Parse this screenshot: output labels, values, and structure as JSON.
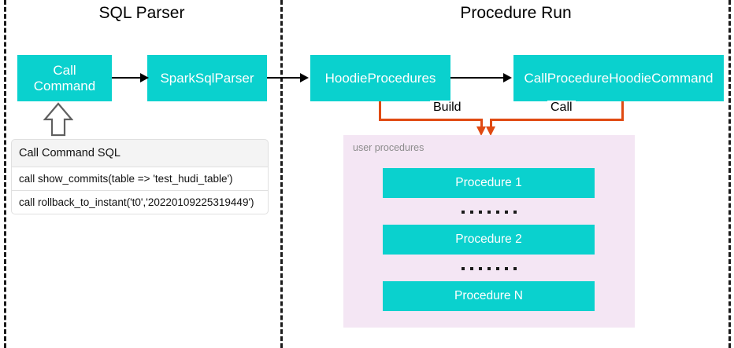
{
  "diagram": {
    "sections": [
      {
        "id": "sql-parser",
        "title": "SQL Parser"
      },
      {
        "id": "procedure-run",
        "title": "Procedure Run"
      }
    ],
    "nodes": [
      {
        "id": "call-command",
        "label": "Call\nCommand"
      },
      {
        "id": "spark-sql-parser",
        "label": "SparkSqlParser"
      },
      {
        "id": "hoodie-procedures",
        "label": "HoodieProcedures"
      },
      {
        "id": "call-procedure-hoodie-command",
        "label": "CallProcedureHoodieCommand"
      }
    ],
    "edge_labels": {
      "build": "Build",
      "call": "Call"
    },
    "sql_table": {
      "header": "Call Command SQL",
      "rows": [
        "call show_commits(table => 'test_hudi_table')",
        "call rollback_to_instant('t0','20220109225319449')"
      ]
    },
    "procedures_panel": {
      "label": "user procedures",
      "items": [
        {
          "id": "procedure-1",
          "label": "Procedure 1"
        },
        {
          "id": "procedure-2",
          "label": "Procedure 2"
        },
        {
          "id": "procedure-3",
          "label": "Procedure N"
        }
      ],
      "ellipsis": "·······"
    },
    "colors": {
      "node_fill": "#0ad1ce",
      "node_text": "#ffffff",
      "panel_fill": "#f4e6f4",
      "panel_label_text": "#8c8c8c",
      "connector_orange": "#e04a12",
      "connector_black": "#000000",
      "divider": "#1a1a1a",
      "table_header_fill": "#f4f4f4"
    }
  }
}
